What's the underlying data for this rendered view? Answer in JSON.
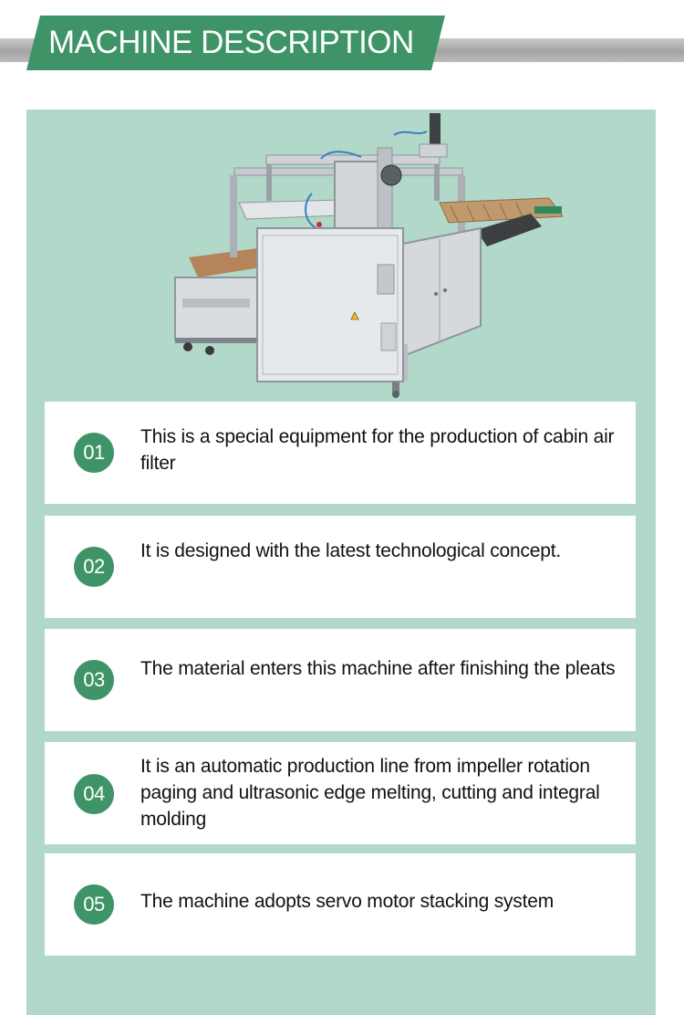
{
  "header": {
    "title": "MACHINE DESCRIPTION"
  },
  "features": [
    {
      "number": "01",
      "text": "This is a special equipment for the production of cabin air filter"
    },
    {
      "number": "02",
      "text": "It is designed with the latest technological concept."
    },
    {
      "number": "03",
      "text": "The material enters this machine after finishing the pleats"
    },
    {
      "number": "04",
      "text": "It is an automatic production line from impeller rotation paging and ultrasonic edge melting, cutting and integral molding"
    },
    {
      "number": "05",
      "text": "The machine adopts servo motor stacking system"
    }
  ],
  "colors": {
    "accent": "#3f9467",
    "panel": "#b1d8c8",
    "header_bar": "#b0b0b0"
  },
  "image": {
    "subject": "machine-photo"
  }
}
